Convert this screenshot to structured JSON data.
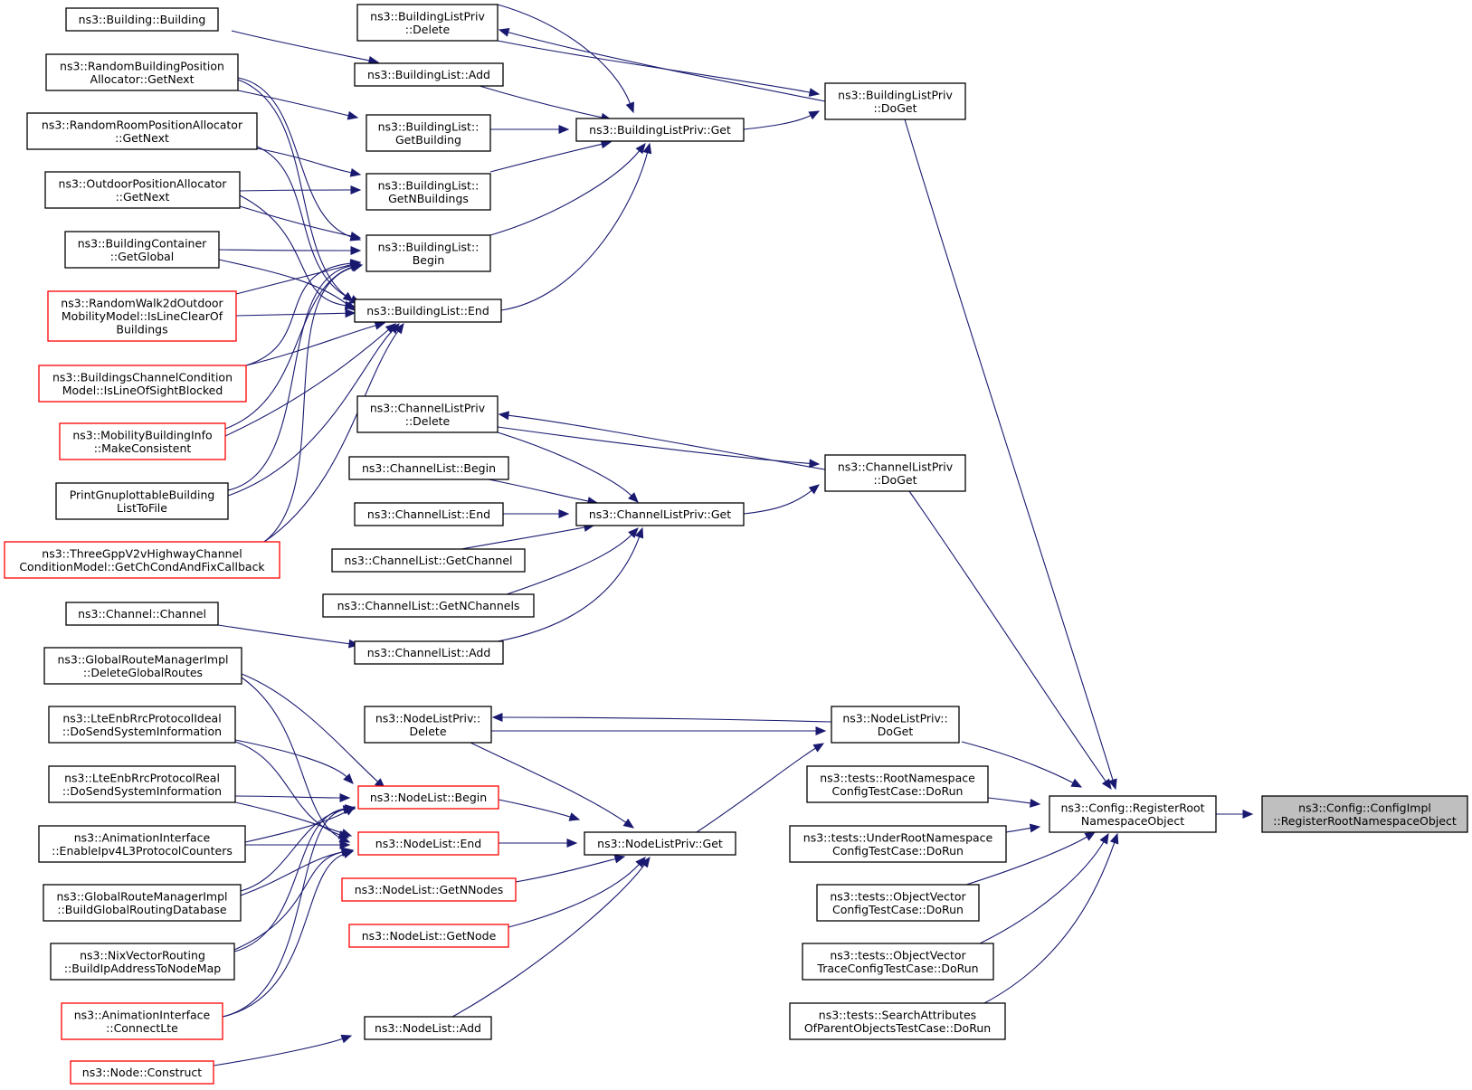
{
  "colors": {
    "edge": "#191970",
    "node_border": "#000000",
    "node_border_red": "#ff0000",
    "root_fill": "#bfbfbf",
    "background": "#ffffff"
  },
  "nodes": {
    "n_root": {
      "lines": [
        "ns3::Config::ConfigImpl",
        "::RegisterRootNamespaceObject"
      ]
    },
    "n_rrno": {
      "lines": [
        "ns3::Config::RegisterRoot",
        "NamespaceObject"
      ]
    },
    "n_blp_doget": {
      "lines": [
        "ns3::BuildingListPriv",
        "::DoGet"
      ]
    },
    "n_blp_delete": {
      "lines": [
        "ns3::BuildingListPriv",
        "::Delete"
      ]
    },
    "n_blp_get": {
      "lines": [
        "ns3::BuildingListPriv::Get"
      ]
    },
    "n_bl_add": {
      "lines": [
        "ns3::BuildingList::Add"
      ]
    },
    "n_bl_getbuilding": {
      "lines": [
        "ns3::BuildingList::",
        "GetBuilding"
      ]
    },
    "n_bl_getnb": {
      "lines": [
        "ns3::BuildingList::",
        "GetNBuildings"
      ]
    },
    "n_bl_begin": {
      "lines": [
        "ns3::BuildingList::",
        "Begin"
      ]
    },
    "n_bl_end": {
      "lines": [
        "ns3::BuildingList::End"
      ]
    },
    "n_building": {
      "lines": [
        "ns3::Building::Building"
      ]
    },
    "n_rbpa": {
      "lines": [
        "ns3::RandomBuildingPosition",
        "Allocator::GetNext"
      ]
    },
    "n_rrpa": {
      "lines": [
        "ns3::RandomRoomPositionAllocator",
        "::GetNext"
      ]
    },
    "n_opa": {
      "lines": [
        "ns3::OutdoorPositionAllocator",
        "::GetNext"
      ]
    },
    "n_bc": {
      "lines": [
        "ns3::BuildingContainer",
        "::GetGlobal"
      ]
    },
    "n_rw2d": {
      "lines": [
        "ns3::RandomWalk2dOutdoor",
        "MobilityModel::IsLineClearOf",
        "Buildings"
      ]
    },
    "n_bcc": {
      "lines": [
        "ns3::BuildingsChannelCondition",
        "Model::IsLineOfSightBlocked"
      ]
    },
    "n_mbi": {
      "lines": [
        "ns3::MobilityBuildingInfo",
        "::MakeConsistent"
      ]
    },
    "n_pgb": {
      "lines": [
        "PrintGnuplottableBuilding",
        "ListToFile"
      ]
    },
    "n_3gpp": {
      "lines": [
        "ns3::ThreeGppV2vHighwayChannel",
        "ConditionModel::GetChCondAndFixCallback"
      ]
    },
    "n_clp_delete": {
      "lines": [
        "ns3::ChannelListPriv",
        "::Delete"
      ]
    },
    "n_clp_doget": {
      "lines": [
        "ns3::ChannelListPriv",
        "::DoGet"
      ]
    },
    "n_clp_get": {
      "lines": [
        "ns3::ChannelListPriv::Get"
      ]
    },
    "n_cl_begin": {
      "lines": [
        "ns3::ChannelList::Begin"
      ]
    },
    "n_cl_end": {
      "lines": [
        "ns3::ChannelList::End"
      ]
    },
    "n_cl_getchannel": {
      "lines": [
        "ns3::ChannelList::GetChannel"
      ]
    },
    "n_cl_getn": {
      "lines": [
        "ns3::ChannelList::GetNChannels"
      ]
    },
    "n_channel": {
      "lines": [
        "ns3::Channel::Channel"
      ]
    },
    "n_cl_add": {
      "lines": [
        "ns3::ChannelList::Add"
      ]
    },
    "n_grmi_del": {
      "lines": [
        "ns3::GlobalRouteManagerImpl",
        "::DeleteGlobalRoutes"
      ]
    },
    "n_lte_ideal": {
      "lines": [
        "ns3::LteEnbRrcProtocolIdeal",
        "::DoSendSystemInformation"
      ]
    },
    "n_lte_real": {
      "lines": [
        "ns3::LteEnbRrcProtocolReal",
        "::DoSendSystemInformation"
      ]
    },
    "n_ai_enable": {
      "lines": [
        "ns3::AnimationInterface",
        "::EnableIpv4L3ProtocolCounters"
      ]
    },
    "n_grmi_build": {
      "lines": [
        "ns3::GlobalRouteManagerImpl",
        "::BuildGlobalRoutingDatabase"
      ]
    },
    "n_nix": {
      "lines": [
        "ns3::NixVectorRouting",
        "::BuildIpAddressToNodeMap"
      ]
    },
    "n_ai_lte": {
      "lines": [
        "ns3::AnimationInterface",
        "::ConnectLte"
      ]
    },
    "n_node_construct": {
      "lines": [
        "ns3::Node::Construct"
      ]
    },
    "n_nlp_delete": {
      "lines": [
        "ns3::NodeListPriv::",
        "Delete"
      ]
    },
    "n_nlp_doget": {
      "lines": [
        "ns3::NodeListPriv::",
        "DoGet"
      ]
    },
    "n_nl_begin": {
      "lines": [
        "ns3::NodeList::Begin"
      ]
    },
    "n_nl_end": {
      "lines": [
        "ns3::NodeList::End"
      ]
    },
    "n_nl_getnn": {
      "lines": [
        "ns3::NodeList::GetNNodes"
      ]
    },
    "n_nl_getnode": {
      "lines": [
        "ns3::NodeList::GetNode"
      ]
    },
    "n_nl_add": {
      "lines": [
        "ns3::NodeList::Add"
      ]
    },
    "n_nlp_get": {
      "lines": [
        "ns3::NodeListPriv::Get"
      ]
    },
    "n_t_root": {
      "lines": [
        "ns3::tests::RootNamespace",
        "ConfigTestCase::DoRun"
      ]
    },
    "n_t_under": {
      "lines": [
        "ns3::tests::UnderRootNamespace",
        "ConfigTestCase::DoRun"
      ]
    },
    "n_t_ov": {
      "lines": [
        "ns3::tests::ObjectVector",
        "ConfigTestCase::DoRun"
      ]
    },
    "n_t_ovt": {
      "lines": [
        "ns3::tests::ObjectVector",
        "TraceConfigTestCase::DoRun"
      ]
    },
    "n_t_search": {
      "lines": [
        "ns3::tests::SearchAttributes",
        "OfParentObjectsTestCase::DoRun"
      ]
    }
  }
}
